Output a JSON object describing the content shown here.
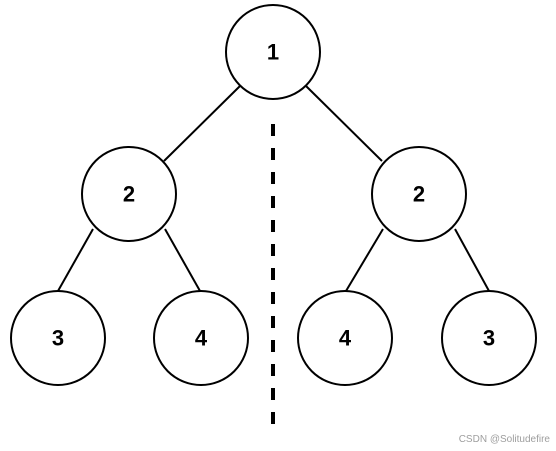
{
  "tree": {
    "root": {
      "label": "1"
    },
    "left": {
      "node": {
        "label": "2"
      },
      "left_child": {
        "label": "3"
      },
      "right_child": {
        "label": "4"
      }
    },
    "right": {
      "node": {
        "label": "2"
      },
      "left_child": {
        "label": "4"
      },
      "right_child": {
        "label": "3"
      }
    }
  },
  "watermark": "CSDN @Solitudefire"
}
